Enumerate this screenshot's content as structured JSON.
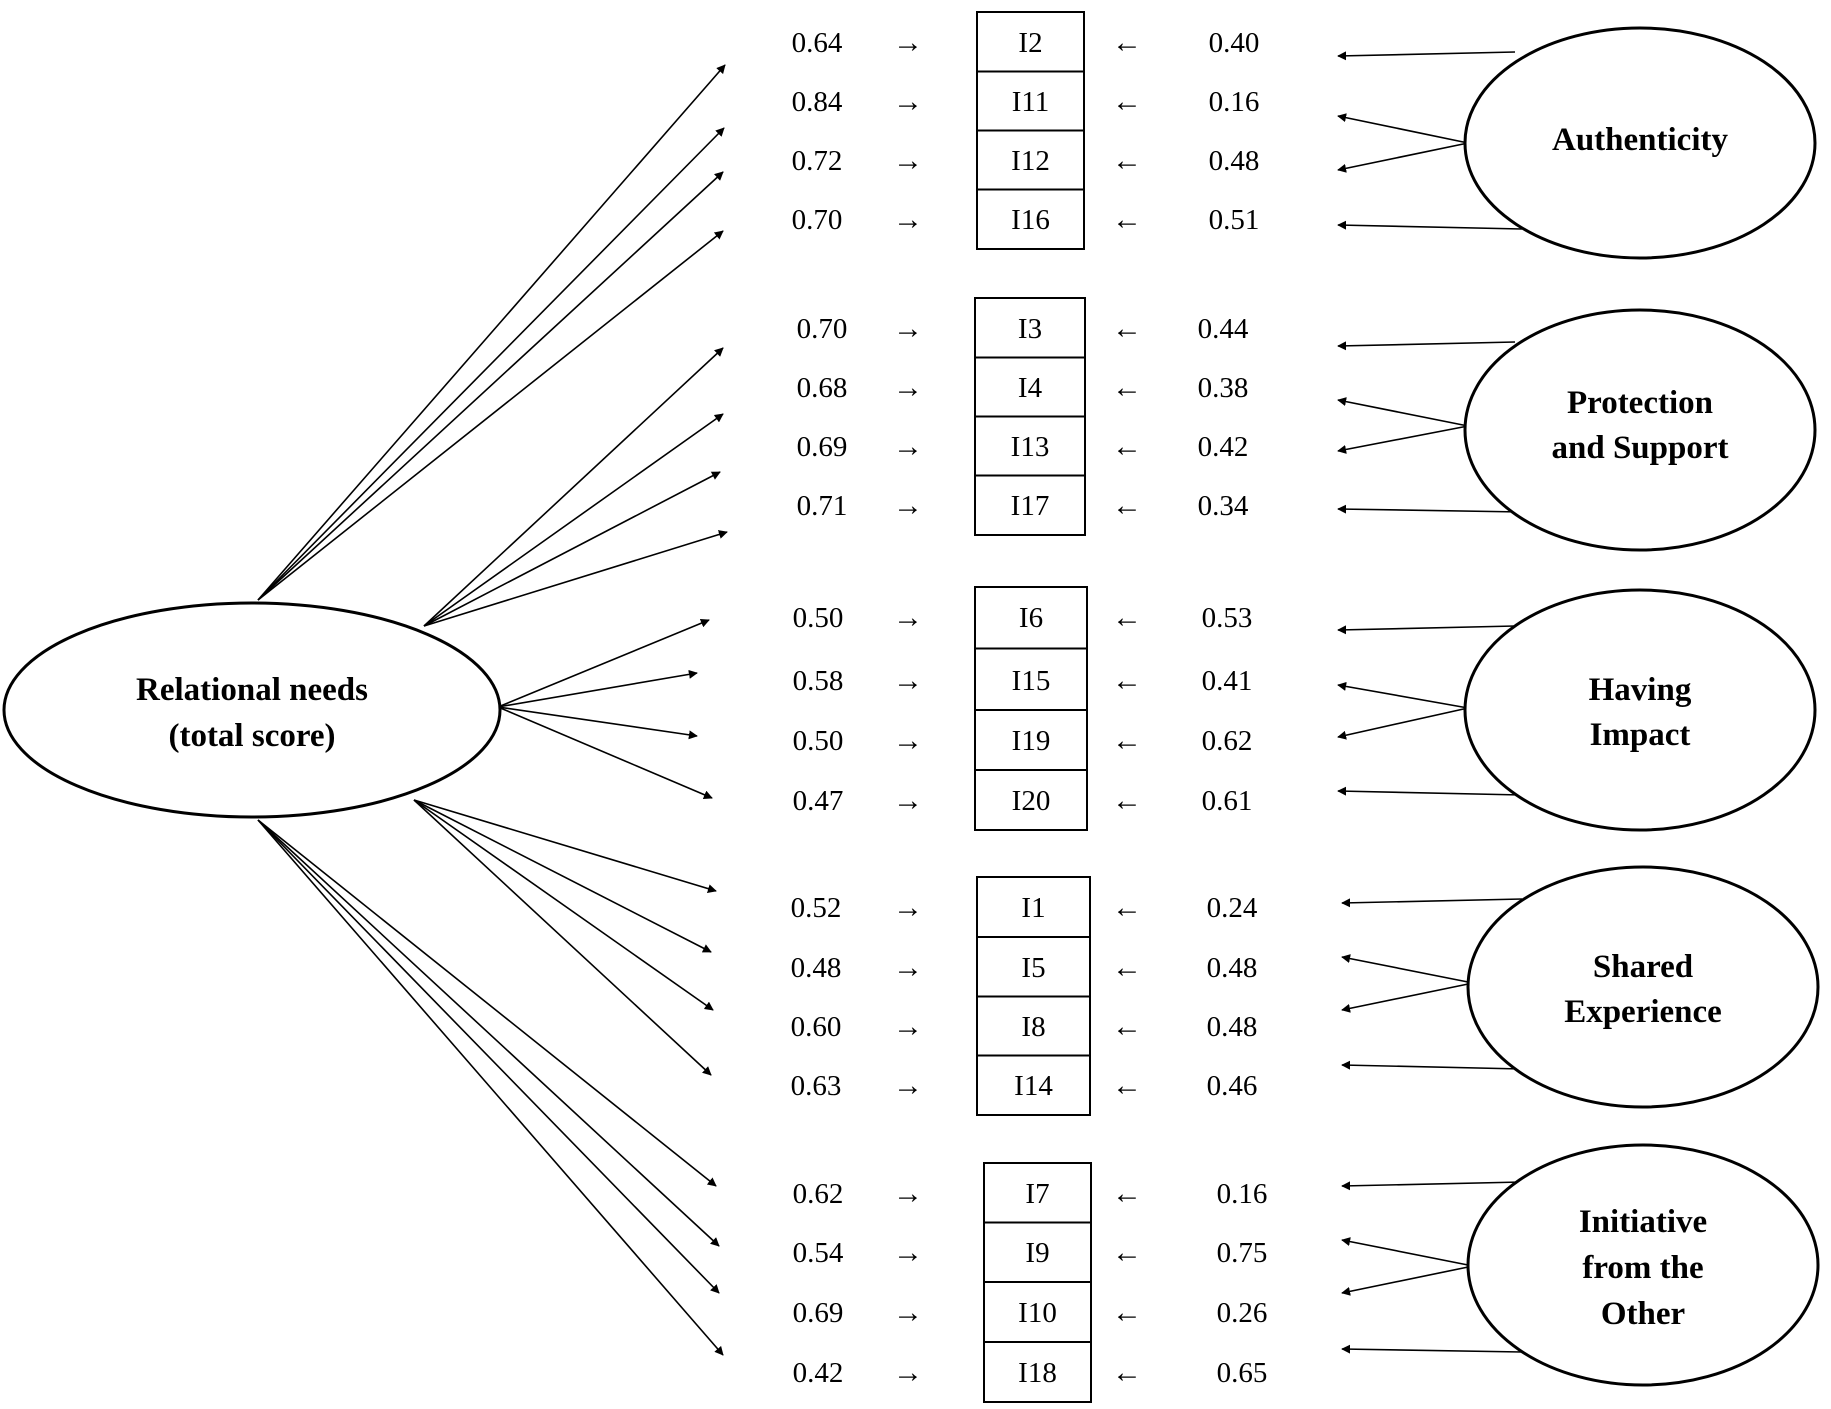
{
  "general_factor": {
    "lines": [
      "Relational needs",
      "(total score)"
    ]
  },
  "arrow_glyphs": {
    "right": "→",
    "left": "←"
  },
  "groups": [
    {
      "factor_lines": [
        "Authenticity"
      ],
      "rows": [
        {
          "g": "0.64",
          "item": "I2",
          "s": "0.40"
        },
        {
          "g": "0.84",
          "item": "I11",
          "s": "0.16"
        },
        {
          "g": "0.72",
          "item": "I12",
          "s": "0.48"
        },
        {
          "g": "0.70",
          "item": "I16",
          "s": "0.51"
        }
      ]
    },
    {
      "factor_lines": [
        "Protection",
        "and Support"
      ],
      "rows": [
        {
          "g": "0.70",
          "item": "I3",
          "s": "0.44"
        },
        {
          "g": "0.68",
          "item": "I4",
          "s": "0.38"
        },
        {
          "g": "0.69",
          "item": "I13",
          "s": "0.42"
        },
        {
          "g": "0.71",
          "item": "I17",
          "s": "0.34"
        }
      ]
    },
    {
      "factor_lines": [
        "Having",
        "Impact"
      ],
      "rows": [
        {
          "g": "0.50",
          "item": "I6",
          "s": "0.53"
        },
        {
          "g": "0.58",
          "item": "I15",
          "s": "0.41"
        },
        {
          "g": "0.50",
          "item": "I19",
          "s": "0.62"
        },
        {
          "g": "0.47",
          "item": "I20",
          "s": "0.61"
        }
      ]
    },
    {
      "factor_lines": [
        "Shared",
        "Experience"
      ],
      "rows": [
        {
          "g": "0.52",
          "item": "I1",
          "s": "0.24"
        },
        {
          "g": "0.48",
          "item": "I5",
          "s": "0.48"
        },
        {
          "g": "0.60",
          "item": "I8",
          "s": "0.48"
        },
        {
          "g": "0.63",
          "item": "I14",
          "s": "0.46"
        }
      ]
    },
    {
      "factor_lines": [
        "Initiative",
        "from the",
        "Other"
      ],
      "rows": [
        {
          "g": "0.62",
          "item": "I7",
          "s": "0.16"
        },
        {
          "g": "0.54",
          "item": "I9",
          "s": "0.75"
        },
        {
          "g": "0.69",
          "item": "I10",
          "s": "0.26"
        },
        {
          "g": "0.42",
          "item": "I18",
          "s": "0.65"
        }
      ]
    }
  ]
}
